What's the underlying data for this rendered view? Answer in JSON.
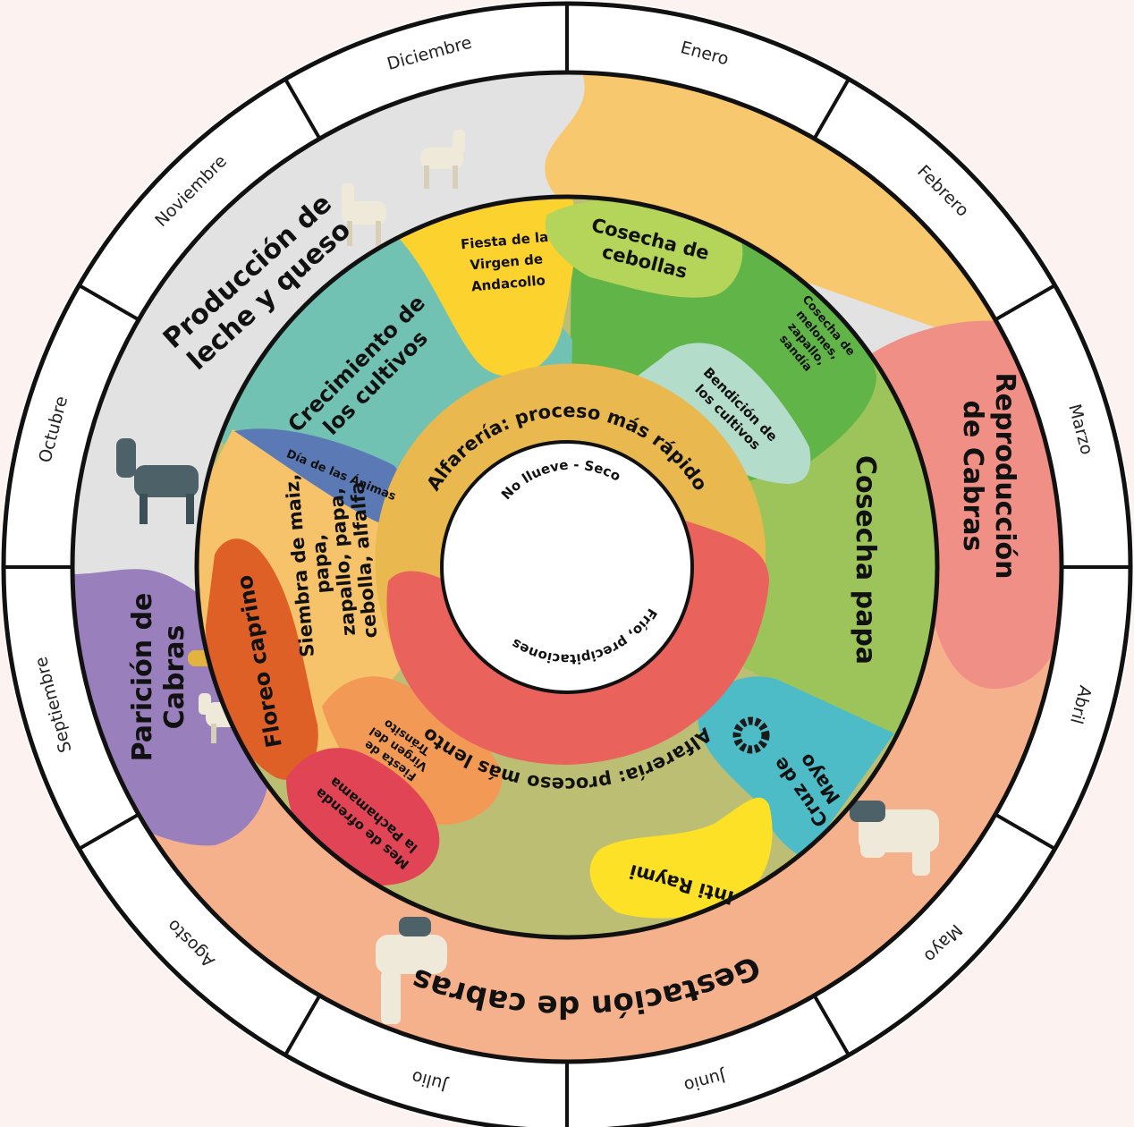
{
  "months": [
    "Enero",
    "Febrero",
    "Marzo",
    "Abril",
    "Mayo",
    "Junio",
    "Julio",
    "Agosto",
    "Septiembre",
    "Octubre",
    "Noviembre",
    "Diciembre"
  ],
  "outer_ring": {
    "produccion": [
      "Producción de",
      "leche y queso"
    ],
    "reproduccion": [
      "Reproducción",
      "de Cabras"
    ],
    "gestacion": "Gestación de cabras",
    "paricion": [
      "Parición de",
      "Cabras"
    ]
  },
  "middle_ring": {
    "fiesta_andacollo": [
      "Fiesta de la",
      "Virgen de",
      "Andacollo"
    ],
    "cosecha_cebollas": [
      "Cosecha de",
      "cebollas"
    ],
    "cosecha_melones": [
      "Cosecha de",
      "melones,",
      "zapallo,",
      "sandía"
    ],
    "bendicion": [
      "Bendición de",
      "los cultivos"
    ],
    "cosecha_papa": "Cosecha papa",
    "cruz_mayo": [
      "Cruz de",
      "Mayo"
    ],
    "inti_raymi": "Inti Raymi",
    "mes_ofrenda": [
      "Mes de ofrenda",
      "la Pachamama"
    ],
    "fiesta_transito": [
      "Fiesta de",
      "Virgen del",
      "Tránsito"
    ],
    "floreo": "Floreo caprino",
    "siembra": [
      "Siembra de maiz,",
      "papa,",
      "zapallo, papa,",
      "cebolla, alfalfa"
    ],
    "animas": "Día de las Ánimas",
    "crecimiento": [
      "Crecimiento de",
      "los cultivos"
    ]
  },
  "inner_ring": {
    "rapido": "Alfarería: proceso más rápido",
    "lento": "Alfarería: proceso más lento"
  },
  "center": {
    "seco": "No llueve - Seco",
    "frio": "Frío, precipitaciones"
  },
  "colors": {
    "background": "#fcf2ef",
    "produccion": "#e2e2e2",
    "verano": "#f8c86e",
    "reproduccion": "#f08f85",
    "gestacion": "#f5b08c",
    "paricion": "#9a7fbd",
    "cosecha_papa": "#9dc45a",
    "crecimiento": "#72c2b3",
    "andacollo": "#fbd22e",
    "verde_oscuro": "#61b548",
    "verde_claro": "#b5d45a",
    "siembra": "#f6c36a",
    "floreo": "#de6027",
    "animas": "#5b7ab5",
    "cruz_mayo": "#4dbcc7",
    "inti": "#fde126",
    "ofrenda": "#e04455",
    "transito": "#f29a55",
    "oliva": "#bcbf73",
    "alfareria_rapido": "#e9b84e",
    "alfareria_lento": "#e9625c"
  }
}
